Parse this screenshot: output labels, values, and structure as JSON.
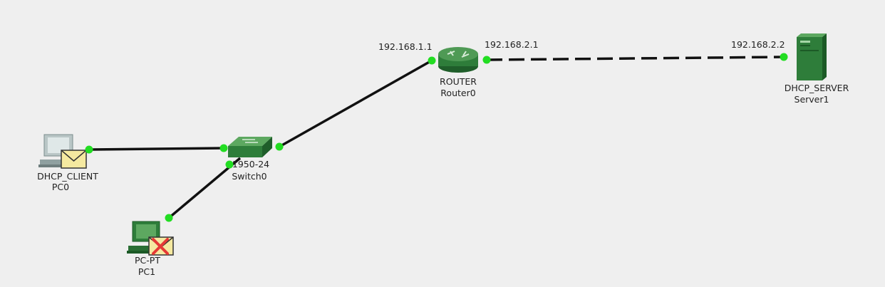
{
  "devices": {
    "router": {
      "type_label": "ROUTER",
      "name": "Router0"
    },
    "switch": {
      "type_label": "1950-24",
      "name": "Switch0"
    },
    "server": {
      "type_label": "DHCP_SERVER",
      "name": "Server1"
    },
    "pc0": {
      "type_label": "DHCP_CLIENT",
      "name": "PC0",
      "envelope": "pdu-envelope"
    },
    "pc1": {
      "type_label": "PC-PT",
      "name": "PC1",
      "envelope": "failed-pdu-envelope"
    }
  },
  "interfaces": {
    "router_lan_ip": "192.168.1.1",
    "router_wan_ip": "192.168.2.1",
    "server_ip": "192.168.2.2"
  },
  "links": [
    {
      "from": "pc0",
      "to": "switch",
      "style": "copper-straight"
    },
    {
      "from": "pc1",
      "to": "switch",
      "style": "copper-straight"
    },
    {
      "from": "switch",
      "to": "router",
      "style": "copper-straight"
    },
    {
      "from": "router",
      "to": "server",
      "style": "copper-cross"
    }
  ],
  "colors": {
    "background": "#efefef",
    "link_up": "#22dd22",
    "device_green": "#2e7d32",
    "envelope": "#f5e9a0"
  }
}
